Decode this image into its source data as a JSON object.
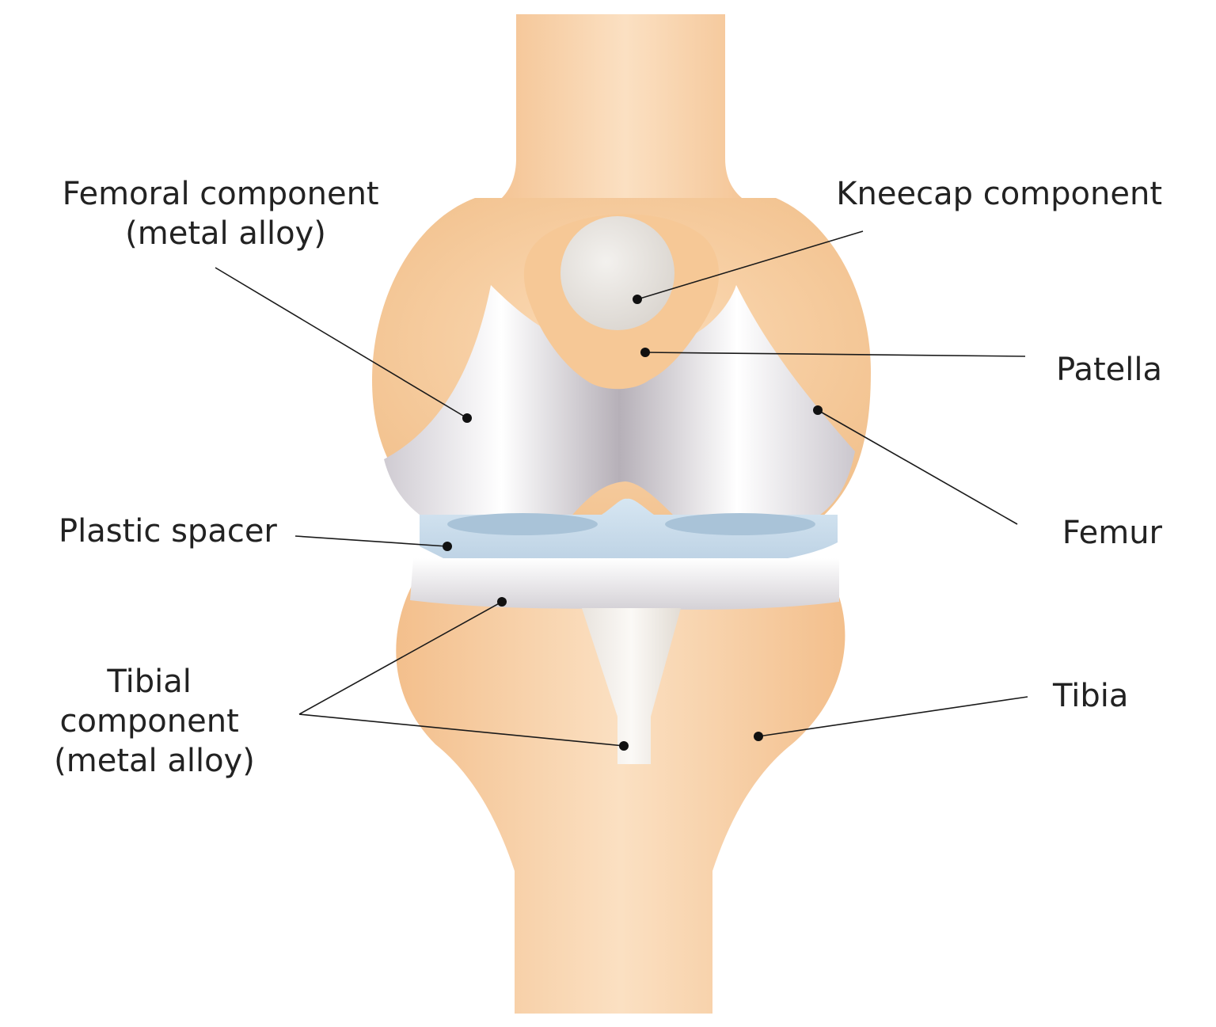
{
  "diagram": {
    "labels": {
      "femoral_component": [
        "Femoral component",
        "(metal alloy)"
      ],
      "kneecap_component": "Kneecap component",
      "patella": "Patella",
      "femur": "Femur",
      "plastic_spacer": "Plastic spacer",
      "tibial_component": [
        "Tibial",
        "component",
        "(metal alloy)"
      ],
      "tibia": "Tibia"
    },
    "colors": {
      "bone": "#f6c99a",
      "bone_highlight": "#fbe3c6",
      "metal": "#e8e6ea",
      "metal_shadow": "#bdb8bf",
      "spacer": "#c9dceb",
      "kneecap_button": "#e9e6e2",
      "leader_line": "#1a1a1a",
      "text": "#222222"
    }
  }
}
